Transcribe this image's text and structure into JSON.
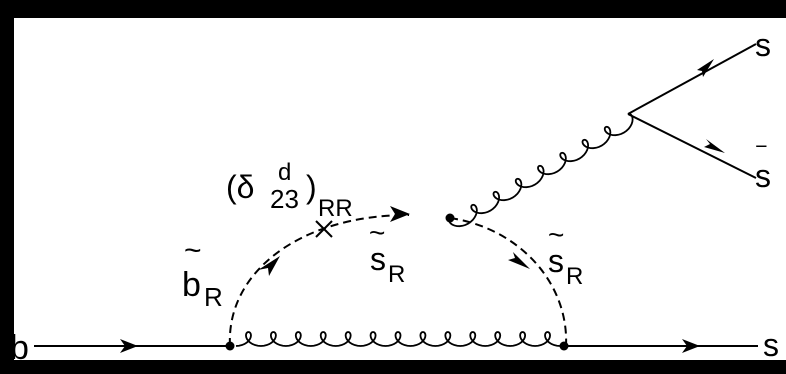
{
  "labels": {
    "b_in": "b",
    "s_out": "s",
    "s_top": "s",
    "sbar": "s",
    "bR_base": "b",
    "bR_sub": "R",
    "sR_mid_base": "s",
    "sR_mid_sub": "R",
    "sR_right_base": "s",
    "sR_right_sub": "R",
    "tilde": "~",
    "delta_open": "(δ",
    "delta_sup": "d",
    "delta_sub": "23",
    "delta_close": ")",
    "delta_RR": "RR"
  },
  "colors": {
    "ink": "#000000",
    "paper": "#ffffff",
    "frame": "#000000"
  }
}
